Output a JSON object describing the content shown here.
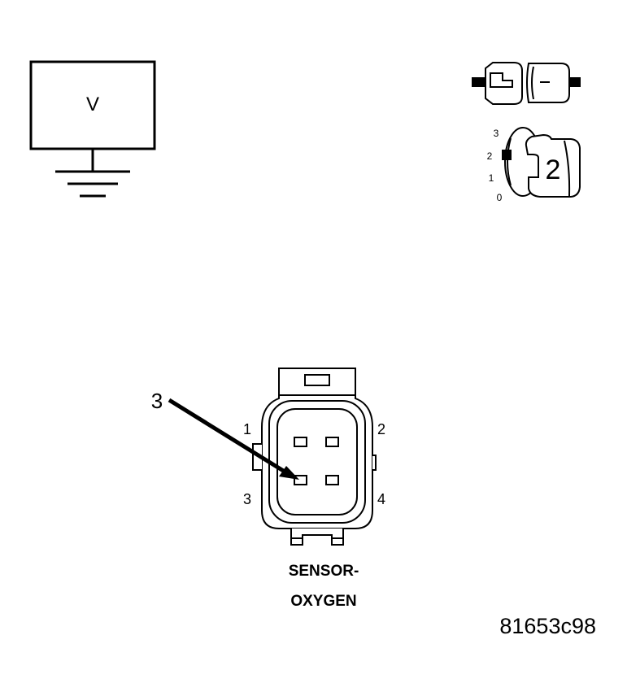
{
  "voltmeter": {
    "symbol": "V"
  },
  "ignition": {
    "positions": [
      "3",
      "2",
      "1",
      "0"
    ],
    "selected_position": "2"
  },
  "connector": {
    "pins": [
      "1",
      "2",
      "3",
      "4"
    ],
    "callout_number": "3",
    "label_line1": "SENSOR-",
    "label_line2": "OXYGEN"
  },
  "figure_id": "81653c98"
}
